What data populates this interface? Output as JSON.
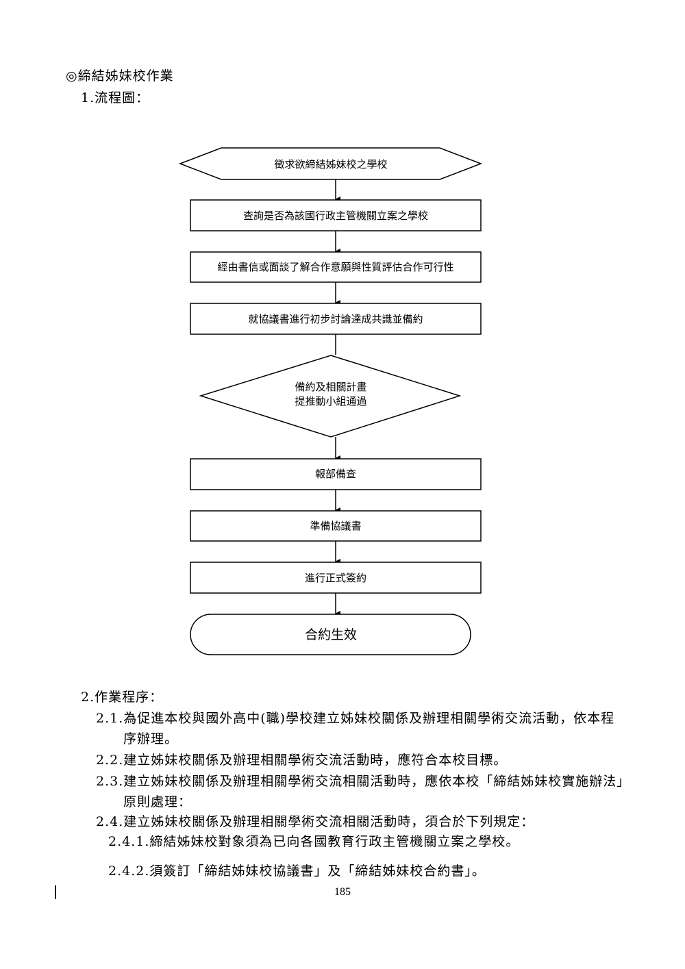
{
  "heading": "◎締結姊妹校作業",
  "section1_title": "1.流程圖：",
  "flowchart": {
    "start": "徵求欲締結姊妹校之學校",
    "step_query": "查詢是否為該國行政主管機關立案之學校",
    "step_evaluate": "經由書信或面談了解合作意願與性質評估合作可行性",
    "step_discuss": "就協議書進行初步討論達成共識並備約",
    "decision_line1": "備約及相關計畫",
    "decision_line2": "提推動小組通過",
    "step_report": "報部備查",
    "step_prepare": "準備協議書",
    "step_sign": "進行正式簽約",
    "end": "合約生效"
  },
  "section2_title": "2.作業程序：",
  "items": {
    "i2_1_line1": "2.1.為促進本校與國外高中(職)學校建立姊妹校關係及辦理相關學術交流活動，依本程",
    "i2_1_line2": "序辦理。",
    "i2_2": "2.2.建立姊妹校關係及辦理相關學術交流活動時，應符合本校目標。",
    "i2_3_line1": "2.3.建立姊妹校關係及辦理相關學術交流相關活動時，應依本校「締結姊妹校實施辦法」",
    "i2_3_line2": "原則處理：",
    "i2_4": "2.4.建立姊妹校關係及辦理相關學術交流相關活動時，須合於下列規定：",
    "i2_4_1": "2.4.1.締結姊妹校對象須為已向各國教育行政主管機關立案之學校。",
    "i2_4_2": "2.4.2.須簽訂「締結姊妹校協議書」及「締結姊妹校合約書」。"
  },
  "page_number": "185"
}
